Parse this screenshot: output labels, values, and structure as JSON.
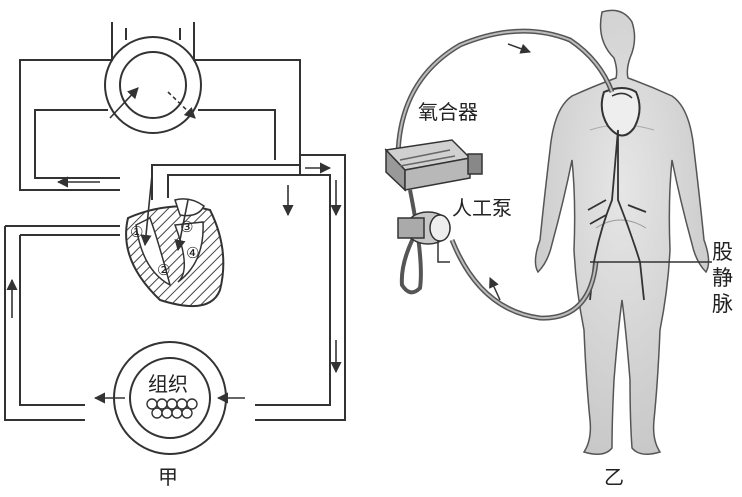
{
  "left_diagram": {
    "caption": "甲",
    "tissue_label": "组织",
    "chamber_numbers": [
      "①",
      "②",
      "③",
      "④"
    ]
  },
  "right_diagram": {
    "caption": "乙",
    "oxygenator_label": "氧合器",
    "pump_label": "人工泵",
    "vein_label": [
      "股",
      "静",
      "脉"
    ]
  },
  "colors": {
    "line": "#333333",
    "body_fill": "#d9d9d9",
    "hatch": "#444444"
  }
}
